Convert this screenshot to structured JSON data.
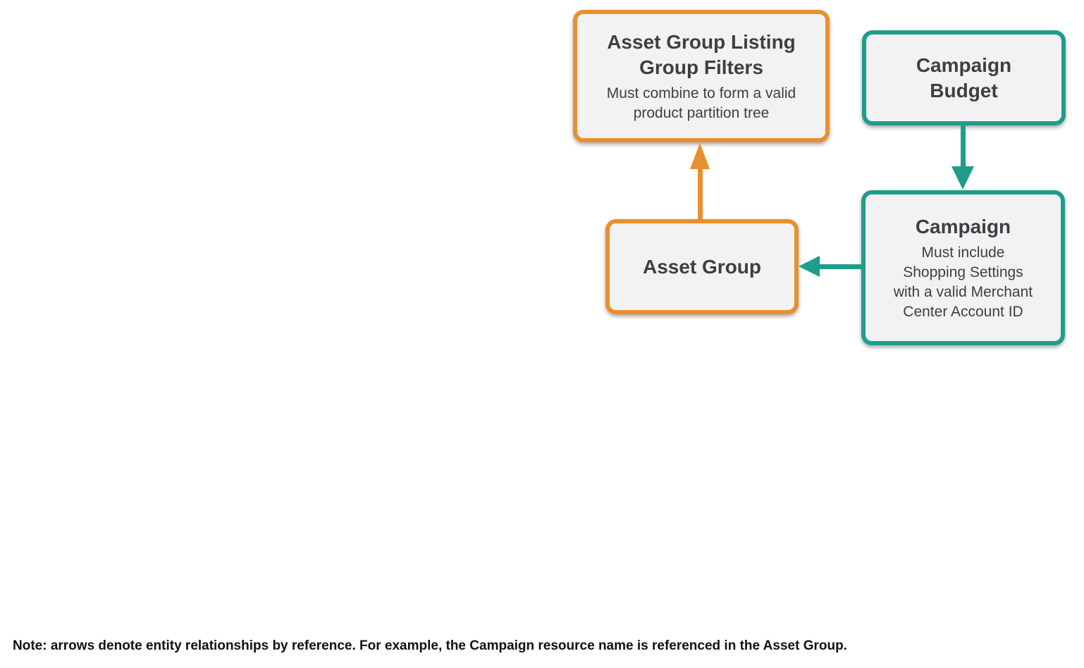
{
  "colors": {
    "orange": "#E8902E",
    "teal": "#1F9D8B",
    "node_fill": "#F2F2F2",
    "title_text": "#3C4043",
    "subtitle_text": "#3C4043",
    "note_text": "#111111"
  },
  "nodes": {
    "filters": {
      "title": "Asset Group Listing\nGroup Filters",
      "subtitle": "Must combine to form a valid\nproduct partition tree",
      "accent": "orange"
    },
    "budget": {
      "title": "Campaign\nBudget",
      "accent": "teal"
    },
    "campaign": {
      "title": "Campaign",
      "subtitle": "Must include\nShopping Settings\nwith a valid Merchant\nCenter Account ID",
      "accent": "teal"
    },
    "asset_group": {
      "title": "Asset Group",
      "accent": "orange"
    }
  },
  "arrows": [
    {
      "name": "asset-group-to-filters",
      "from": "Asset Group",
      "to": "Asset Group Listing Group Filters",
      "color": "orange",
      "direction": "up"
    },
    {
      "name": "budget-to-campaign",
      "from": "Campaign Budget",
      "to": "Campaign",
      "color": "teal",
      "direction": "down"
    },
    {
      "name": "campaign-to-asset-group",
      "from": "Campaign",
      "to": "Asset Group",
      "color": "teal",
      "direction": "left"
    }
  ],
  "note": "Note: arrows denote entity relationships by reference. For example, the Campaign resource name is referenced in the Asset Group."
}
